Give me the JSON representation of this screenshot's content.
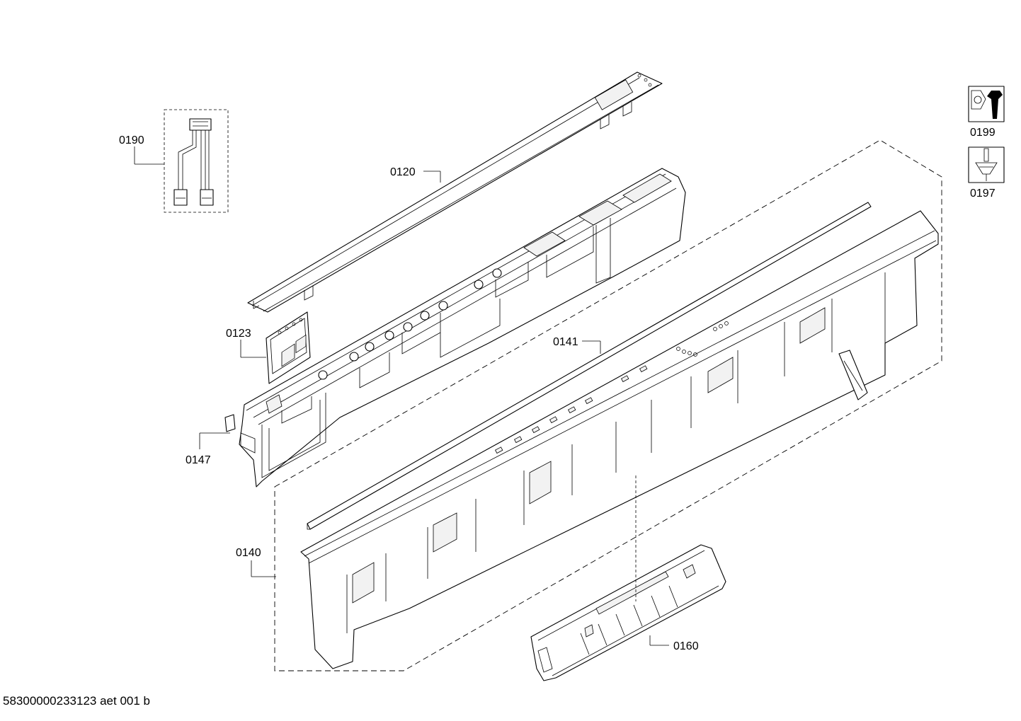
{
  "labels": {
    "p0190": "0190",
    "p0120": "0120",
    "p0123": "0123",
    "p0141": "0141",
    "p0147": "0147",
    "p0140": "0140",
    "p0160": "0160",
    "p0199": "0199",
    "p0197": "0197"
  },
  "icons": {
    "tool": "wrench-icon",
    "screw": "screw-icon"
  },
  "footer": "58300000233123 aet 001 b",
  "colors": {
    "line": "#000000",
    "background": "#ffffff"
  }
}
